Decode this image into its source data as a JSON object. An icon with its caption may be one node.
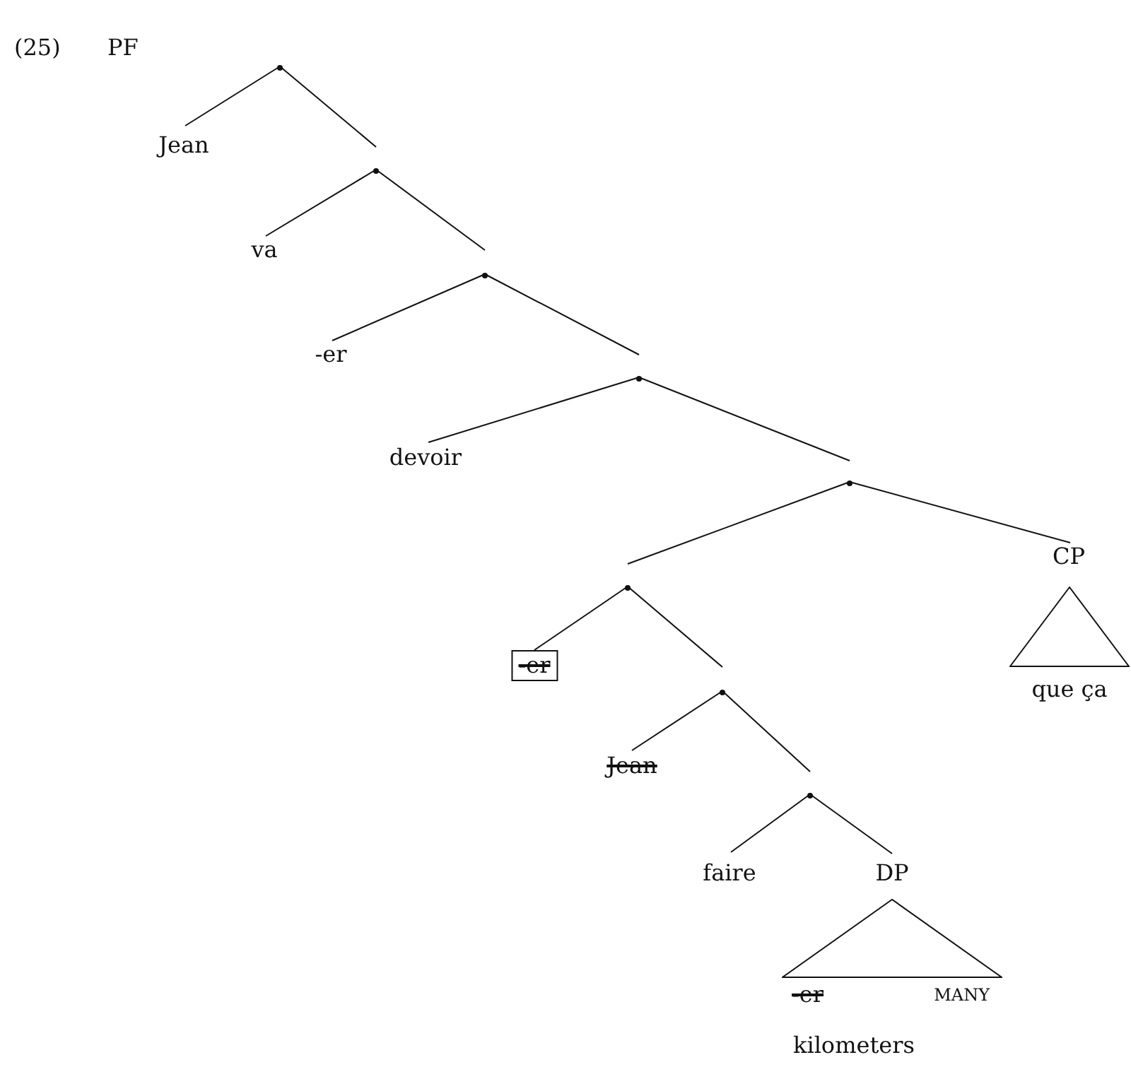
{
  "diagram": {
    "nodes": [
      {
        "text": [],
        "shape": "point"
      },
      {
        "text": [
          "Jean"
        ]
      },
      {
        "text": [],
        "shape": "point"
      },
      {
        "text": [
          "va"
        ]
      },
      {
        "text": [],
        "shape": "point"
      },
      {
        "text": [
          "-er"
        ]
      },
      {
        "text": [],
        "shape": "point"
      },
      {
        "text": [
          "devoir"
        ]
      },
      {
        "text": [],
        "shape": "point"
      },
      {
        "text": [],
        "shape": "point"
      },
      {
        "text": [
          "CP"
        ]
      },
      {
        "text": [
          "que ça"
        ]
      },
      {
        "text": [
          "-er"
        ]
      },
      {
        "text": [],
        "shape": "point"
      },
      {
        "text": [
          "Jean"
        ]
      },
      {
        "text": [],
        "shape": "point"
      },
      {
        "text": [
          "faire"
        ]
      },
      {
        "text": [
          "DP"
        ]
      },
      {
        "text": [
          "-er",
          "MANY",
          "kilometers"
        ]
      }
    ],
    "edges": [
      {
        "from": 0,
        "to": 1,
        "arrow": "none"
      },
      {
        "from": 0,
        "to": 2,
        "arrow": "none"
      },
      {
        "from": 2,
        "to": 3,
        "arrow": "none"
      },
      {
        "from": 2,
        "to": 4,
        "arrow": "none"
      },
      {
        "from": 4,
        "to": 5,
        "arrow": "none"
      },
      {
        "from": 4,
        "to": 6,
        "arrow": "none"
      },
      {
        "from": 6,
        "to": 7,
        "arrow": "none"
      },
      {
        "from": 6,
        "to": 8,
        "arrow": "none"
      },
      {
        "from": 8,
        "to": 9,
        "arrow": "none"
      },
      {
        "from": 8,
        "to": 10,
        "arrow": "none"
      },
      {
        "from": 9,
        "to": 12,
        "arrow": "none"
      },
      {
        "from": 9,
        "to": 13,
        "arrow": "none"
      },
      {
        "from": 13,
        "to": 14,
        "arrow": "none"
      },
      {
        "from": 13,
        "to": 15,
        "arrow": "none"
      },
      {
        "from": 15,
        "to": 16,
        "arrow": "none"
      },
      {
        "from": 15,
        "to": 17,
        "arrow": "none"
      }
    ],
    "labels": [
      "(25)",
      "PF"
    ]
  }
}
